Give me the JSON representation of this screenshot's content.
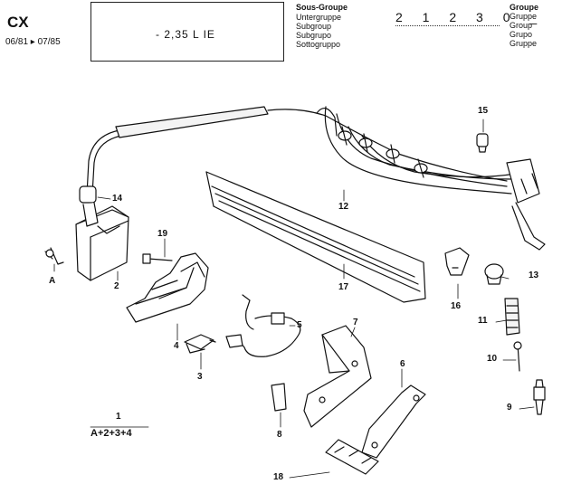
{
  "header": {
    "model": "CX",
    "date_range": "06/81 ▸ 07/85",
    "engine": "- 2,35 L  IE",
    "subgroup_labels": [
      "Sous-Groupe",
      "Untergruppe",
      "Subgroup",
      "Subgrupo",
      "Sottogruppo"
    ],
    "group_number": "2 1 2 3 0 _",
    "group_labels": [
      "Groupe",
      "Gruppe",
      "Group",
      "Grupo",
      "Gruppe"
    ]
  },
  "callouts": [
    {
      "id": "c-1",
      "text": "1"
    },
    {
      "id": "c-2",
      "text": "2"
    },
    {
      "id": "c-3",
      "text": "3"
    },
    {
      "id": "c-4",
      "text": "4"
    },
    {
      "id": "c-5",
      "text": "5"
    },
    {
      "id": "c-6",
      "text": "6"
    },
    {
      "id": "c-7",
      "text": "7"
    },
    {
      "id": "c-8",
      "text": "8"
    },
    {
      "id": "c-9",
      "text": "9"
    },
    {
      "id": "c-10",
      "text": "10"
    },
    {
      "id": "c-11",
      "text": "11"
    },
    {
      "id": "c-12",
      "text": "12"
    },
    {
      "id": "c-13",
      "text": "13"
    },
    {
      "id": "c-14",
      "text": "14"
    },
    {
      "id": "c-15",
      "text": "15"
    },
    {
      "id": "c-16",
      "text": "16"
    },
    {
      "id": "c-17",
      "text": "17"
    },
    {
      "id": "c-18",
      "text": "18"
    },
    {
      "id": "c-19",
      "text": "19"
    },
    {
      "id": "c-A",
      "text": "A"
    }
  ],
  "assembly_formula": "A+2+3+4"
}
